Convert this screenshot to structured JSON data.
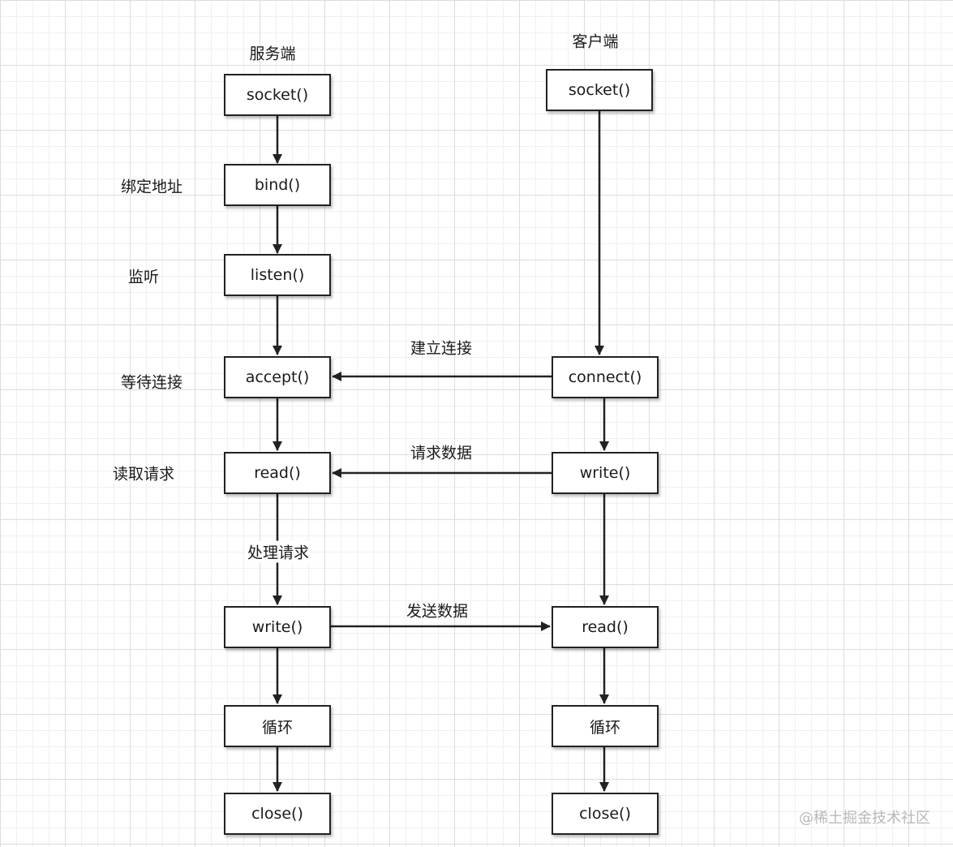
{
  "headers": {
    "server": "服务端",
    "client": "客户端"
  },
  "server_boxes": {
    "socket": "socket()",
    "bind": "bind()",
    "listen": "listen()",
    "accept": "accept()",
    "read": "read()",
    "write": "write()",
    "loop": "循环",
    "close": "close()"
  },
  "client_boxes": {
    "socket": "socket()",
    "connect": "connect()",
    "write": "write()",
    "read": "read()",
    "loop": "循环",
    "close": "close()"
  },
  "side_labels": {
    "bind": "绑定地址",
    "listen": "监听",
    "accept": "等待连接",
    "read": "读取请求"
  },
  "edge_labels": {
    "connect": "建立连接",
    "request": "请求数据",
    "process": "处理请求",
    "send": "发送数据"
  },
  "watermark": "@稀土掘金技术社区"
}
